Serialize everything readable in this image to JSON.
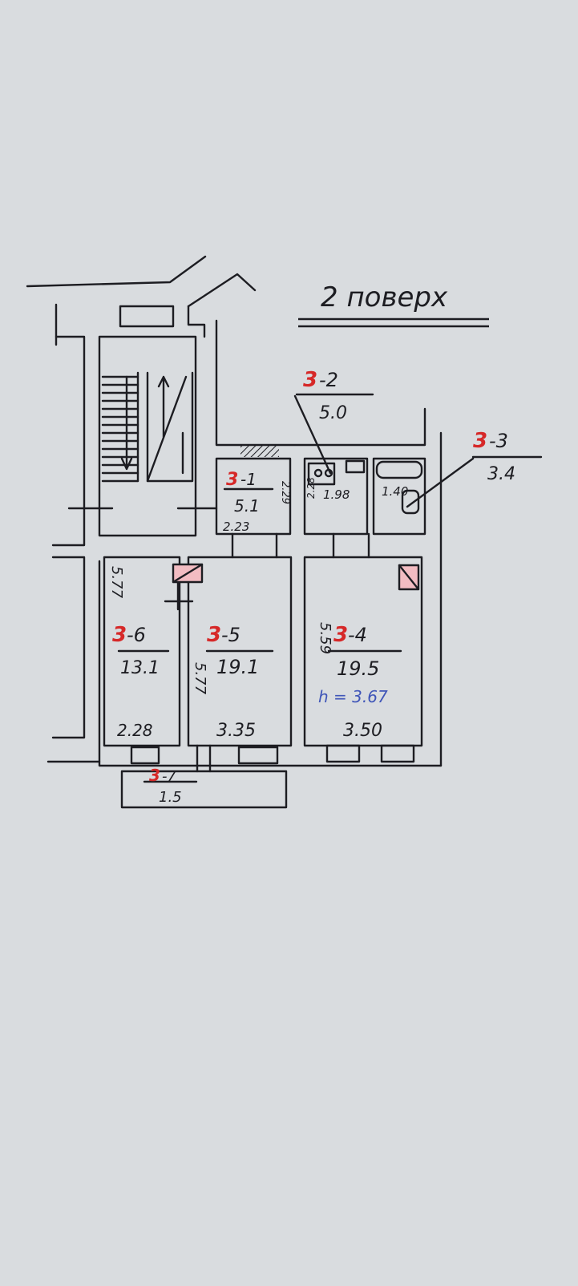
{
  "colors": {
    "paper": "#d9dcdf",
    "ink": "#1d1d22",
    "red": "#d62828",
    "blue": "#3f55b8"
  },
  "title": "2 поверх",
  "rooms": [
    {
      "num": "3",
      "sub": "-1",
      "area": "5.1",
      "dims": [
        "2.23",
        "2.29"
      ]
    },
    {
      "num": "3",
      "sub": "-2",
      "area": "5.0",
      "inner": "1.98",
      "side": "2.28"
    },
    {
      "num": "3",
      "sub": "-3",
      "area": "3.4",
      "inner": "1.40"
    },
    {
      "num": "3",
      "sub": "-4",
      "area": "19.5",
      "width": "3.50",
      "length": "5.59",
      "height": "h = 3.67"
    },
    {
      "num": "3",
      "sub": "-5",
      "area": "19.1",
      "width": "3.35",
      "length": "5.77"
    },
    {
      "num": "3",
      "sub": "-6",
      "area": "13.1",
      "width": "2.28",
      "length": "5.77"
    },
    {
      "num": "3",
      "sub": "-7",
      "area": "1.5"
    }
  ]
}
